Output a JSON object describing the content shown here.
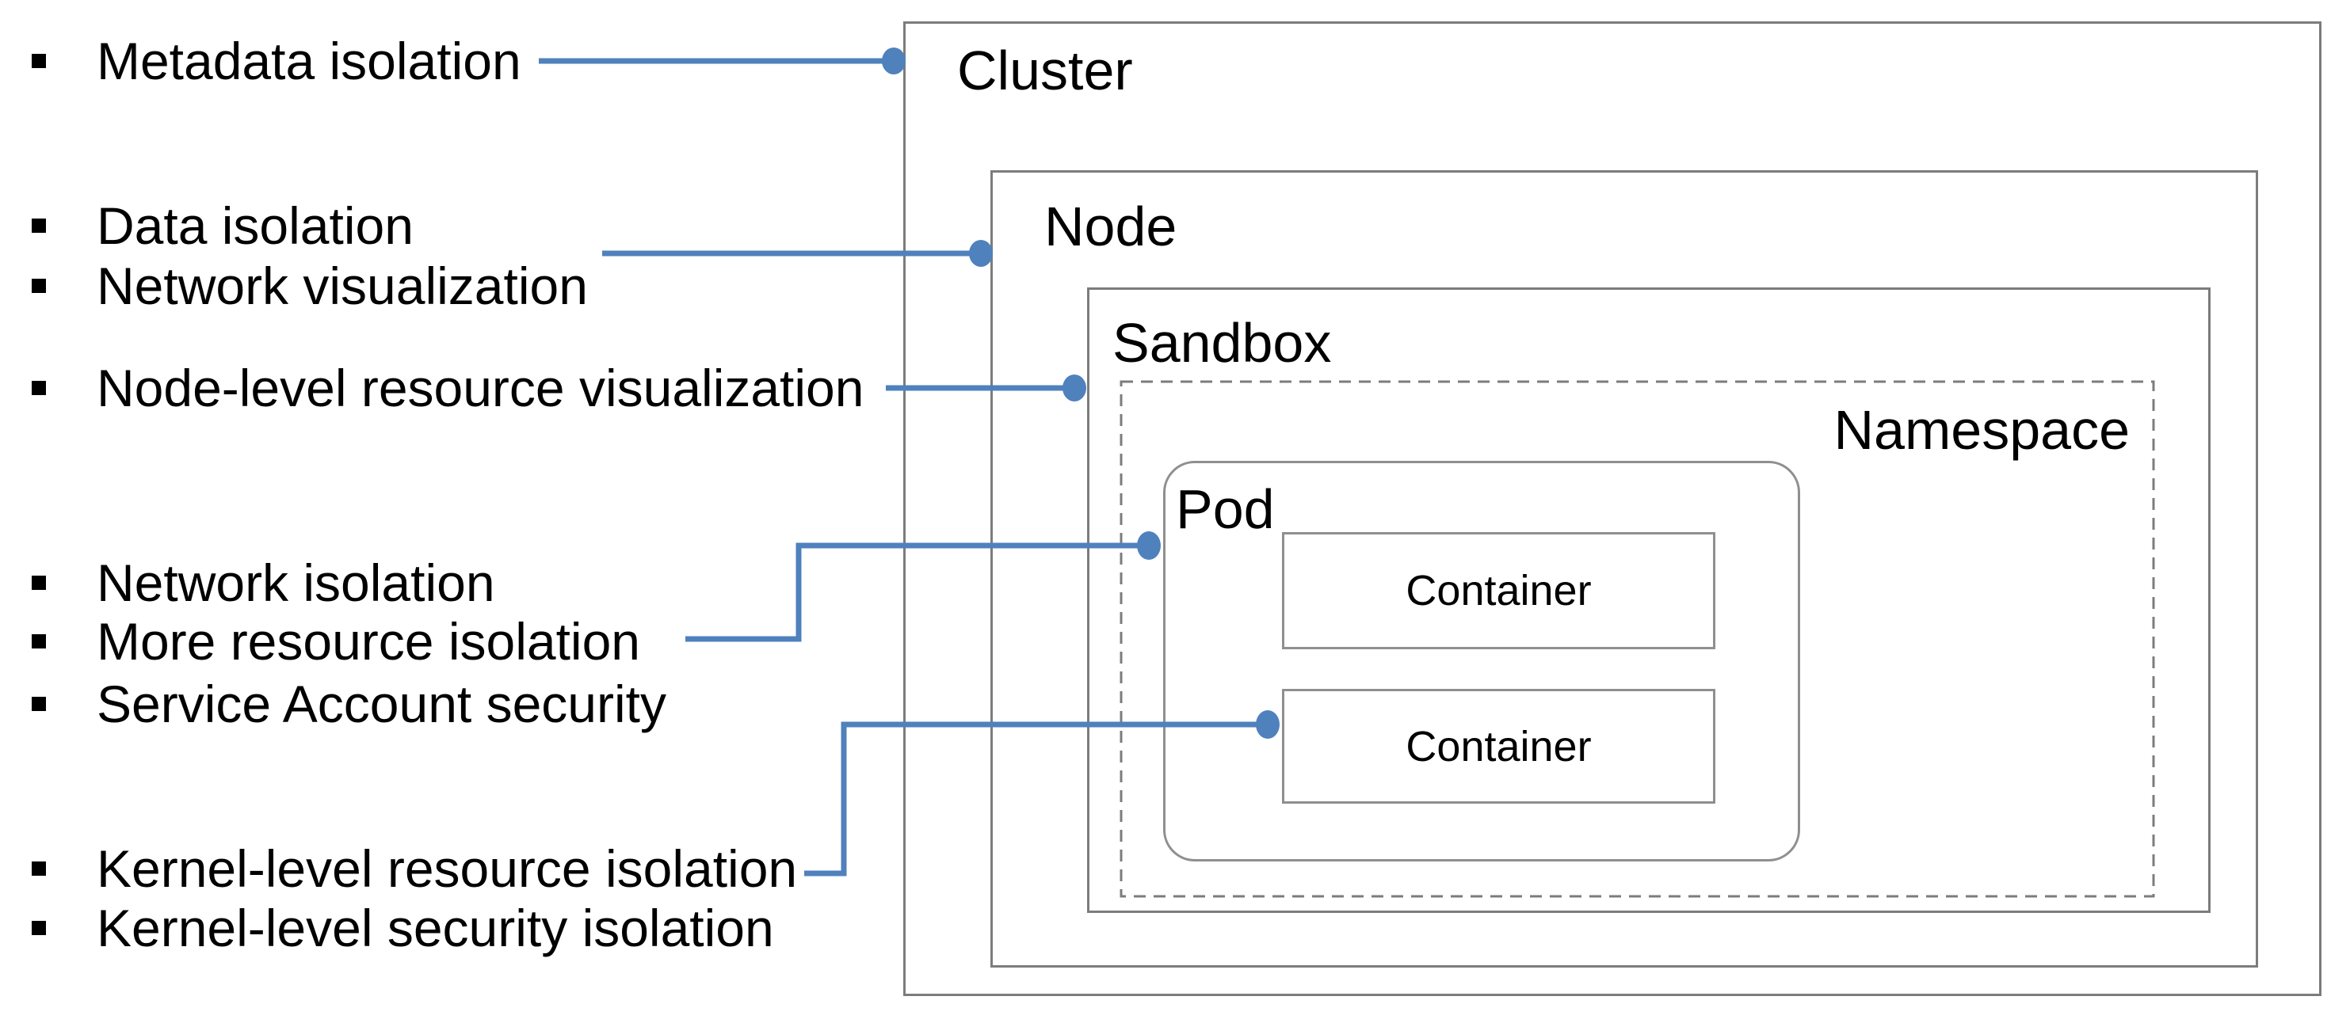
{
  "colors": {
    "accent": "#4f81bd",
    "border_gray": "#7c7c7c",
    "border_light": "#8f8f8f",
    "text": "#000000",
    "background": "#ffffff"
  },
  "bullets": [
    {
      "label": "Metadata isolation"
    },
    {
      "label": "Data isolation"
    },
    {
      "label": "Network visualization"
    },
    {
      "label": "Node-level resource visualization"
    },
    {
      "label": "Network isolation"
    },
    {
      "label": "More resource isolation"
    },
    {
      "label": "Service Account security"
    },
    {
      "label": "Kernel-level resource isolation"
    },
    {
      "label": "Kernel-level security isolation"
    }
  ],
  "diagram": {
    "cluster": {
      "label": "Cluster"
    },
    "node": {
      "label": "Node"
    },
    "sandbox": {
      "label": "Sandbox"
    },
    "namespace": {
      "label": "Namespace"
    },
    "pod": {
      "label": "Pod"
    },
    "container_1": {
      "label": "Container"
    },
    "container_2": {
      "label": "Container"
    }
  }
}
